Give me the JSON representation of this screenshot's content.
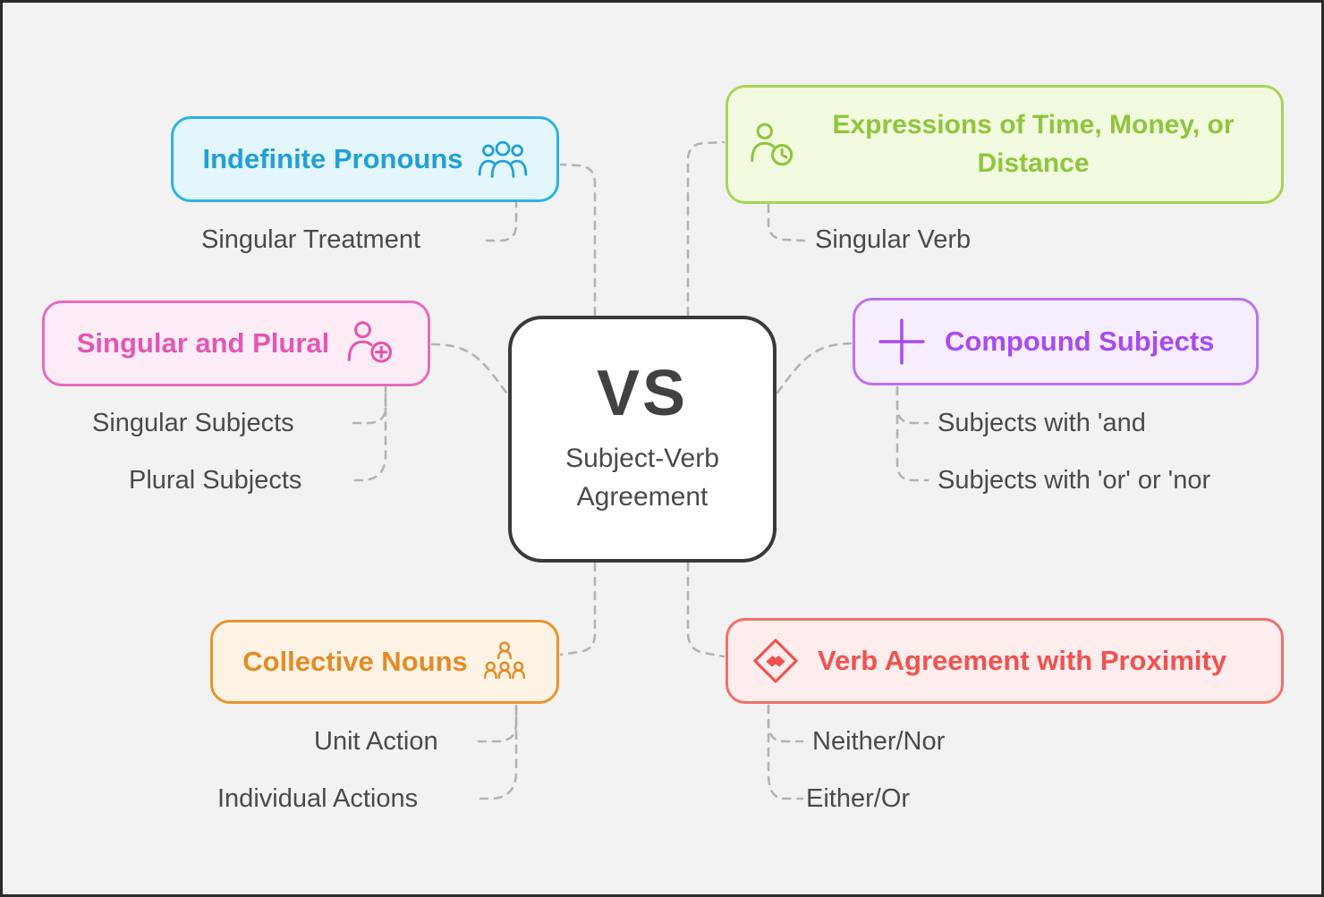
{
  "canvas": {
    "background": "#f2f2f2",
    "frame_border": "#2b2b2b",
    "connector_color": "#b3b3b3"
  },
  "center": {
    "vs_label": "VS",
    "title": "Subject-Verb Agreement"
  },
  "nodes": [
    {
      "id": "indefinite-pronouns",
      "label": "Indefinite Pronouns",
      "icon": "people-group-icon",
      "accent": "#21a0d6",
      "border": "#2cb3e0",
      "background": "#e3f6fc",
      "children": [
        "Singular Treatment"
      ]
    },
    {
      "id": "expressions-time-money-distance",
      "label": "Expressions of Time, Money, or Distance",
      "icon": "person-clock-icon",
      "accent": "#8fc63c",
      "border": "#a9d355",
      "background": "#f2fadf",
      "children": [
        "Singular Verb"
      ]
    },
    {
      "id": "singular-and-plural",
      "label": "Singular and Plural",
      "icon": "person-add-icon",
      "accent": "#e357b2",
      "border": "#e66bbe",
      "background": "#fbecf6",
      "children": [
        "Singular Subjects",
        "Plural Subjects"
      ]
    },
    {
      "id": "compound-subjects",
      "label": "Compound Subjects",
      "icon": "plus-icon",
      "accent": "#a94af0",
      "border": "#bd72ee",
      "background": "#f7eefd",
      "children": [
        "Subjects with 'and",
        "Subjects with 'or' or 'nor"
      ]
    },
    {
      "id": "collective-nouns",
      "label": "Collective Nouns",
      "icon": "people-hierarchy-icon",
      "accent": "#e28c27",
      "border": "#e6952f",
      "background": "#fcf3e4",
      "children": [
        "Unit Action",
        "Individual Actions"
      ]
    },
    {
      "id": "verb-agreement-with-proximity",
      "label": "Verb Agreement with Proximity",
      "icon": "handshake-diamond-icon",
      "accent": "#ef5350",
      "border": "#f1706a",
      "background": "#fdeded",
      "children": [
        "Neither/Nor",
        "Either/Or"
      ]
    }
  ]
}
